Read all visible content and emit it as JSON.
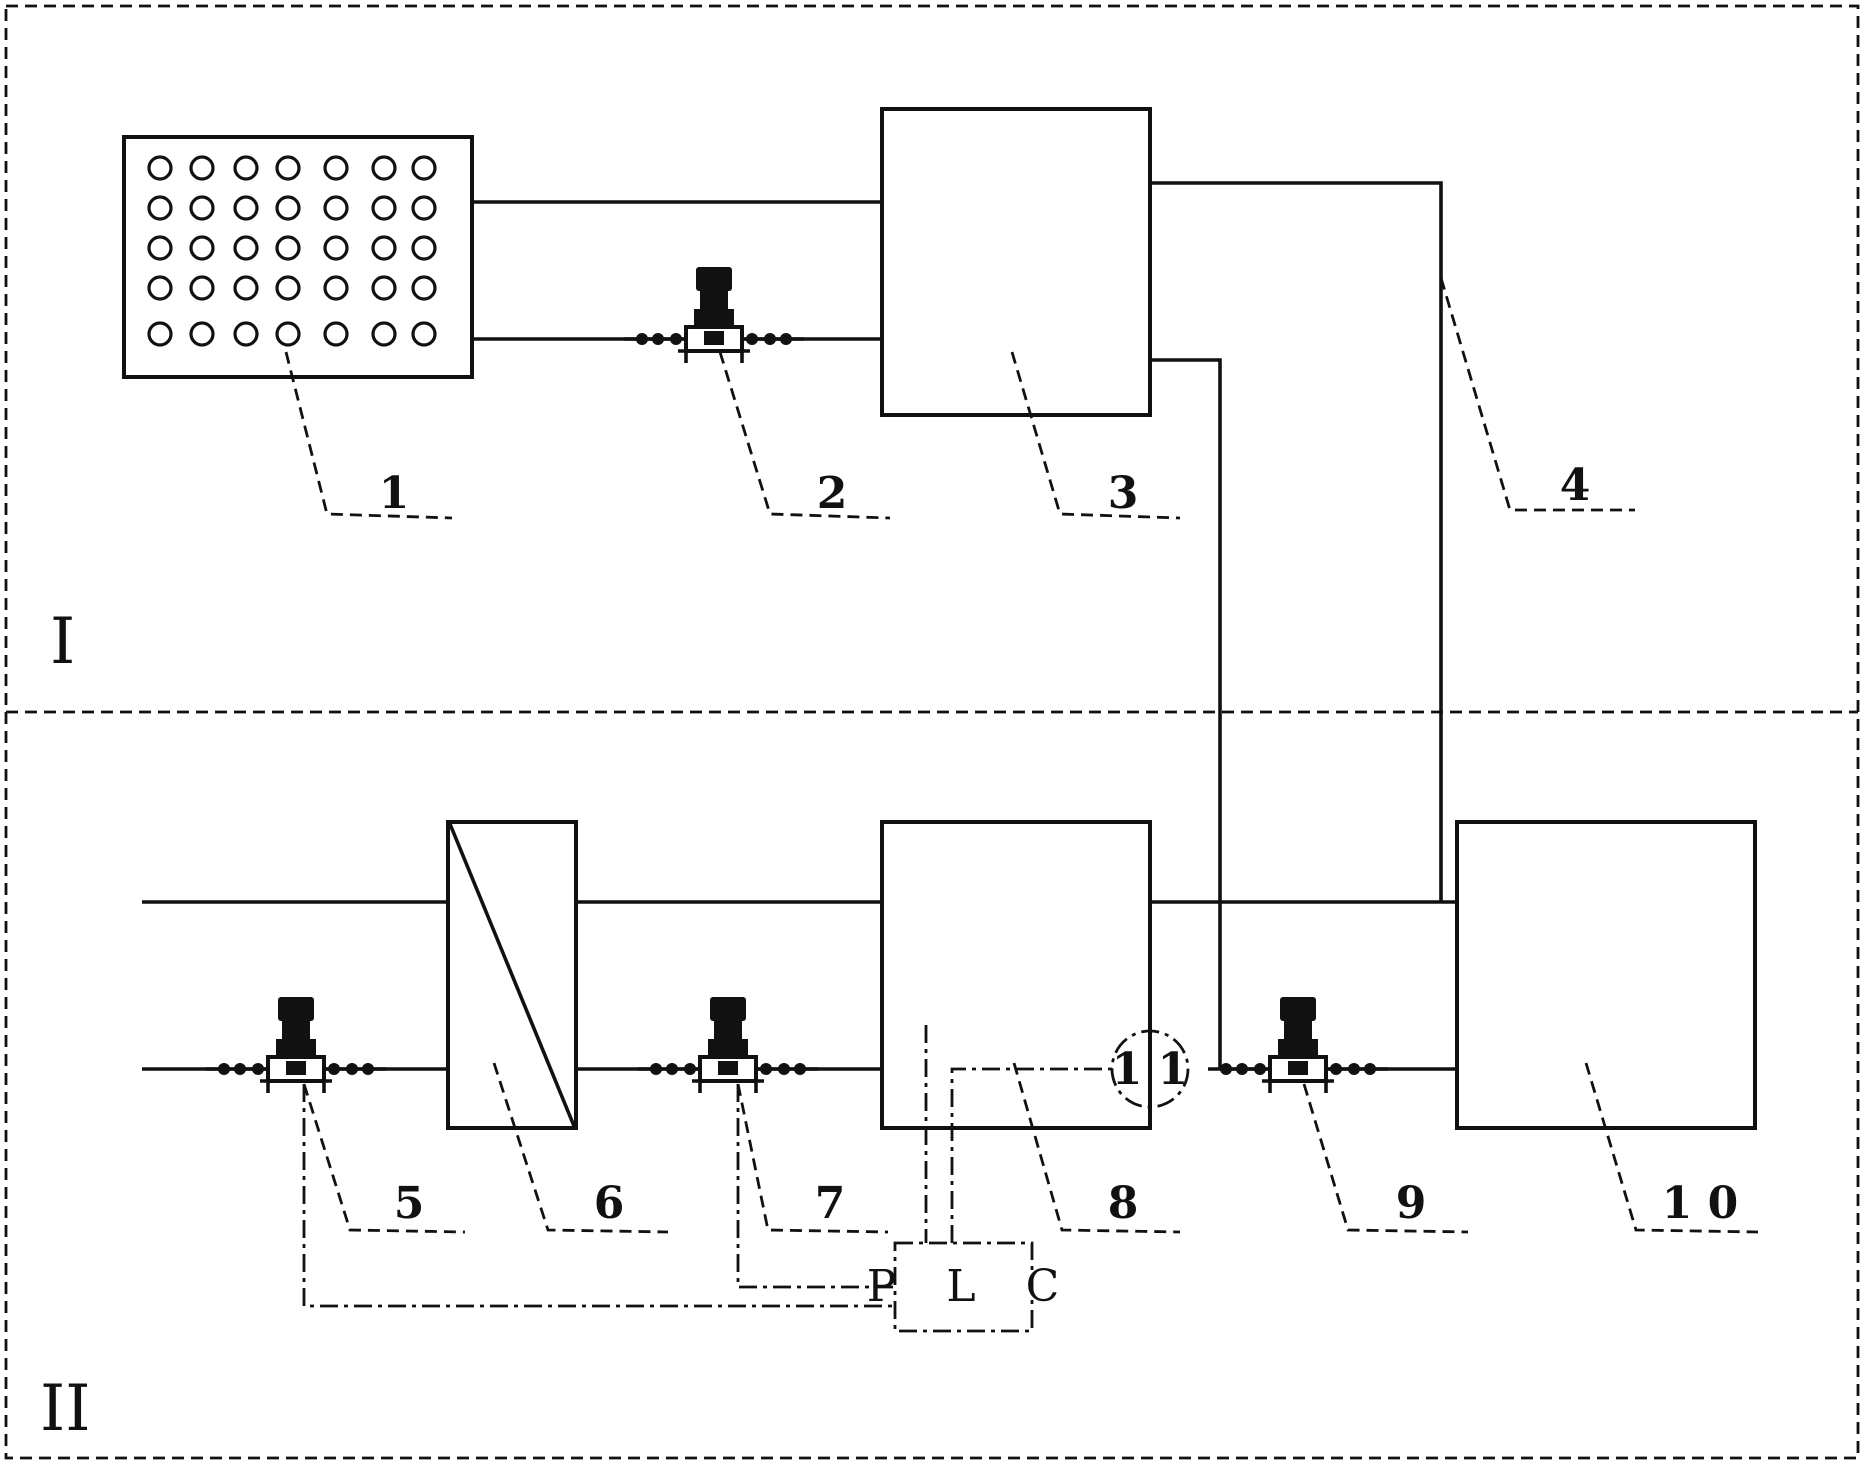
{
  "diagram": {
    "labels": {
      "l1": "1",
      "l2": "2",
      "l3": "3",
      "l4": "4",
      "l5": "5",
      "l6": "6",
      "l7": "7",
      "l8": "8",
      "l9": "9",
      "l10": "1 0",
      "l11": "1 1"
    },
    "controller": "P L C",
    "zones": {
      "upper": "I",
      "lower": "II"
    }
  }
}
